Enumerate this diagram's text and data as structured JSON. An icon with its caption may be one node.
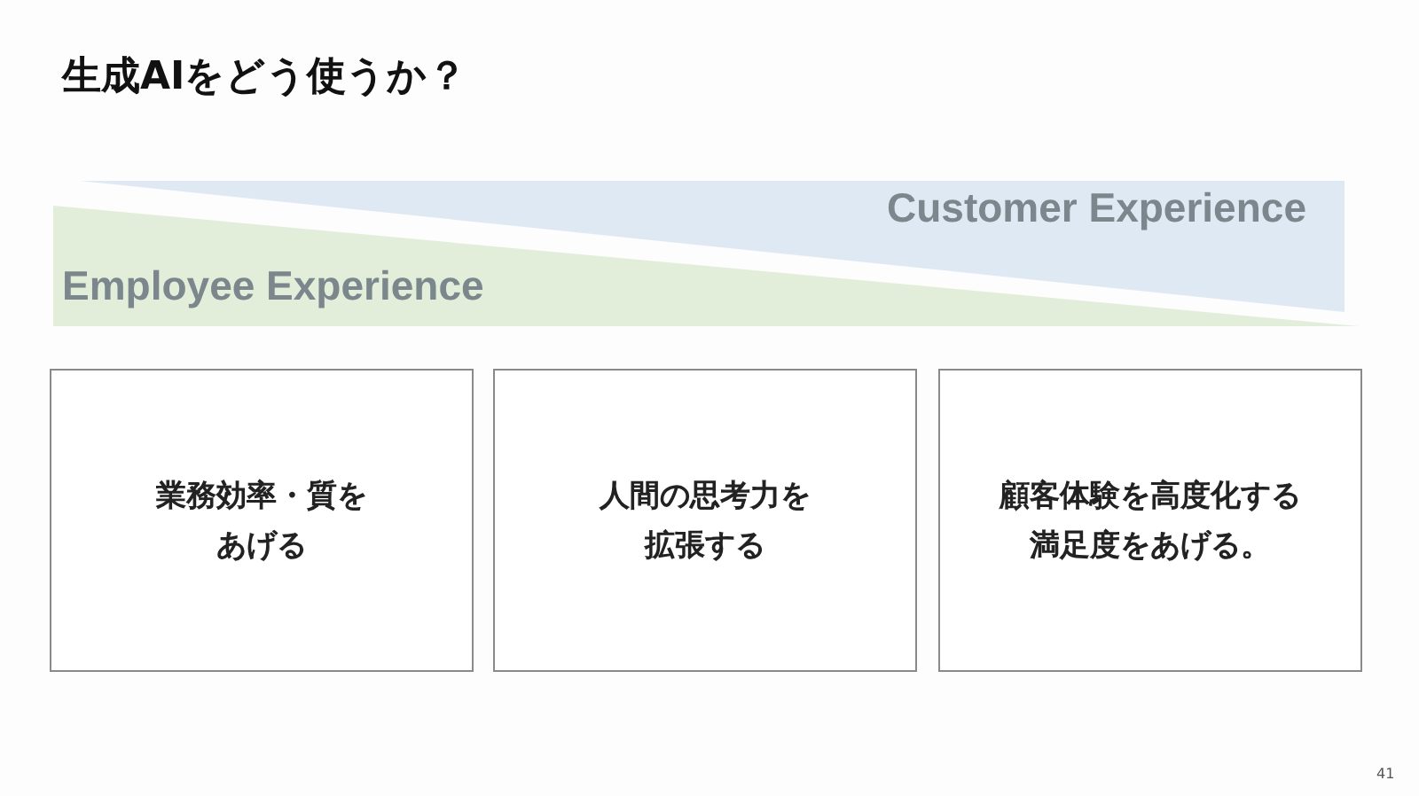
{
  "diagram": {
    "title": "生成AIをどう使うか？",
    "nodes": [
      {
        "text": [
          "Customer Experience"
        ]
      },
      {
        "text": [
          "Employee Experience"
        ]
      },
      {
        "text": [
          "業務効率・質をあげる"
        ]
      },
      {
        "text": [
          "人間の思考力を拡張する"
        ]
      },
      {
        "text": [
          "顧客体験を高度化する満足度をあげる。"
        ]
      }
    ],
    "edges": [],
    "labels": [
      "41"
    ]
  }
}
